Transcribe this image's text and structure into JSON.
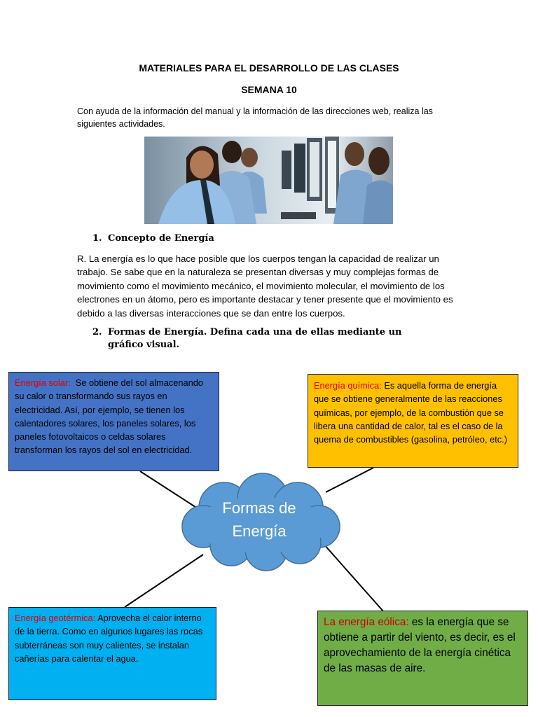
{
  "header": {
    "title": "MATERIALES PARA EL DESARROLLO DE LAS CLASES",
    "week": "SEMANA 10"
  },
  "intro": "Con ayuda de la información del manual y la información de las direcciones web, realiza las siguientes actividades.",
  "section1": {
    "number": "1.",
    "title": "Concepto de Energía",
    "answer": "R. La energía es lo que hace posible que los cuerpos tengan la capacidad de realizar un trabajo. Se sabe que en la naturaleza se presentan diversas y muy complejas formas de movimiento como el movimiento mecánico, el movimiento molecular, el movimiento de los electrones en un átomo, pero es importante destacar y tener presente que el movimiento es debido a las diversas interacciones que se dan entre los cuerpos."
  },
  "section2": {
    "number": "2.",
    "title_line1": "Formas de Energía. Defina cada una de ellas mediante un",
    "title_line2": "gráfico visual."
  },
  "diagram": {
    "center_line1": "Formas de",
    "center_line2": "Energía",
    "solar": {
      "label": "Energía solar:",
      "text": "Se obtiene del sol almacenando su calor o transformando sus rayos en electricidad. Así, por ejemplo, se tienen los calentadores solares, los paneles solares, los paneles fotovoltaicos o celdas solares transforman los rayos del sol en electricidad.",
      "color": "#4472c4"
    },
    "quimica": {
      "label": "Energía química:",
      "text": "Es aquella forma de energía que se obtiene generalmente de las reacciones químicas, por ejemplo, de la combustión que se libera una cantidad de calor, tal es el caso de la quema de combustibles (gasolina, petróleo, etc.)",
      "color": "#ffc000"
    },
    "geotermica": {
      "label": "Energía geotérmica:",
      "text": "Aprovecha el calor interno de la tierra. Como en algunos lugares las rocas subterráneas son muy calientes, se instalan cañerías para calentar el agua.",
      "color": "#00b0f0"
    },
    "eolica": {
      "label": "La energía eólica:",
      "text": "es la energía que se obtiene a partir del viento, es decir, es el aprovechamiento de la energía cinética de las masas de aire.",
      "color": "#70ad47"
    },
    "cloud_color": "#5b9bd5",
    "label_color": "#e00000"
  }
}
